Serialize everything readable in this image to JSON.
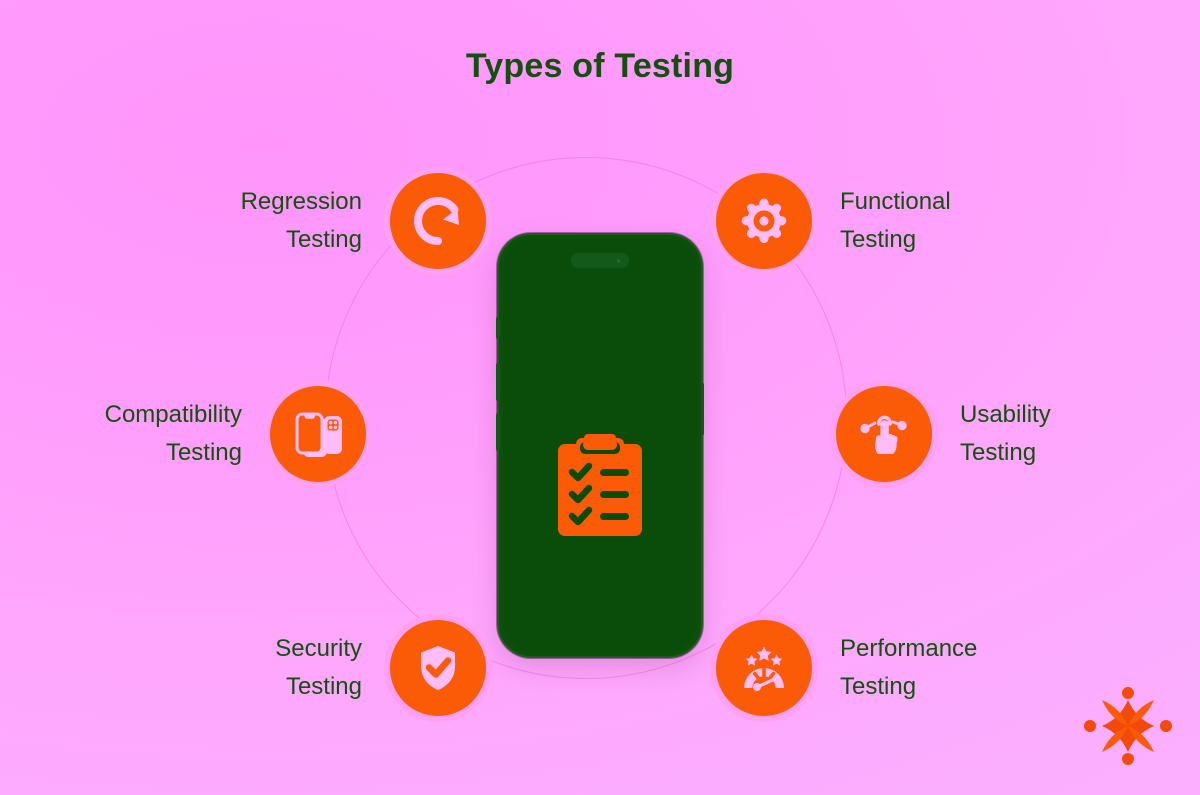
{
  "title": "Types of Testing",
  "theme": {
    "background_pink_light": "#ff9cfc",
    "background_pink_deep": "#fbaffe",
    "accent_orange": "#fb5a07",
    "bubble_ring_pink": "#ffa0f3",
    "text_green": "#14500d",
    "phone_green": "#0b4f0b",
    "icon_pink": "#ffbdf7",
    "connector_ring": "#f06ee1"
  },
  "center": {
    "device": "smartphone-mockup",
    "screen_icon": "clipboard-checklist-icon",
    "screen_icon_rows": 3
  },
  "nodes": [
    {
      "id": "regression",
      "label_line1": "Regression",
      "label_line2": "Testing",
      "icon": "refresh-circular-arrow-icon",
      "label_side": "left"
    },
    {
      "id": "functional",
      "label_line1": "Functional",
      "label_line2": "Testing",
      "icon": "gear-icon",
      "label_side": "right"
    },
    {
      "id": "compatibility",
      "label_line1": "Compatibility",
      "label_line2": "Testing",
      "icon": "two-phones-devices-icon",
      "label_side": "left"
    },
    {
      "id": "usability",
      "label_line1": "Usability",
      "label_line2": "Testing",
      "icon": "hand-tap-gesture-icon",
      "label_side": "right"
    },
    {
      "id": "security",
      "label_line1": "Security",
      "label_line2": "Testing",
      "icon": "shield-check-icon",
      "label_side": "left"
    },
    {
      "id": "performance",
      "label_line1": "Performance",
      "label_line2": "Testing",
      "icon": "speedometer-stars-icon",
      "label_side": "right"
    }
  ],
  "brand": {
    "logo_icon": "four-point-star-compass-logo"
  }
}
